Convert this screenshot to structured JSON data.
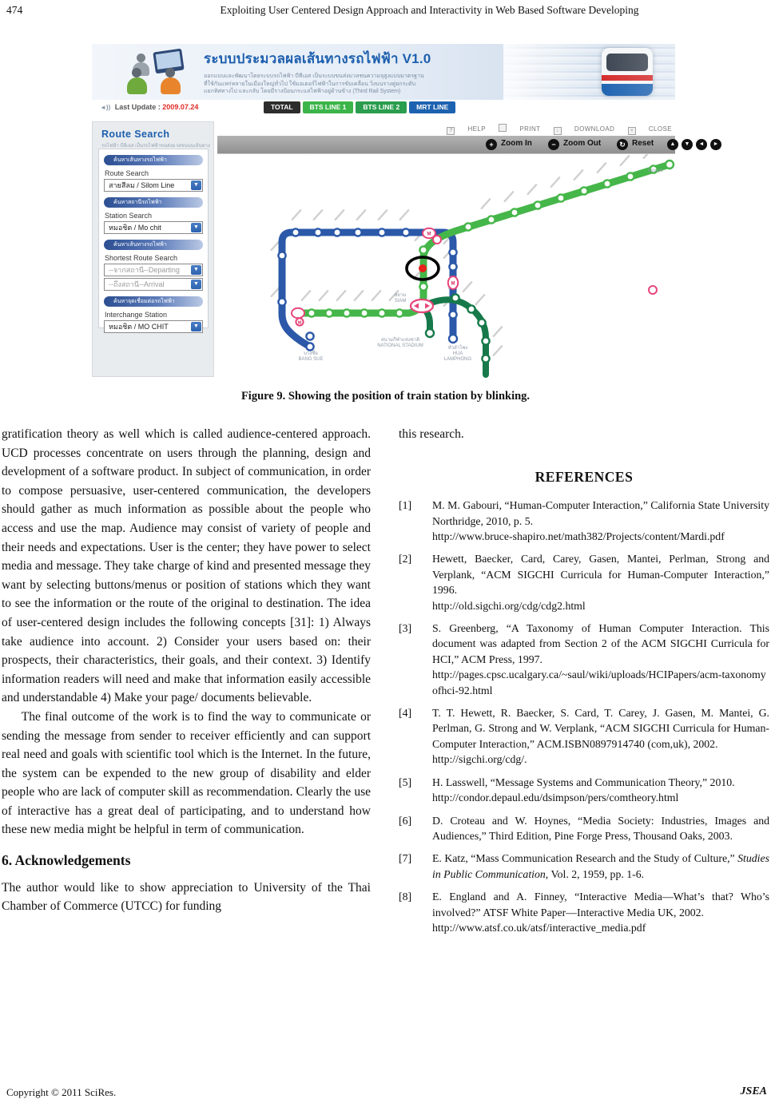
{
  "page": {
    "number": "474",
    "running_title": "Exploiting User Centered Design Approach and Interactivity in Web Based Software Developing",
    "footer_left": "Copyright © 2011 SciRes.",
    "footer_right": "JSEA"
  },
  "figure": {
    "caption": "Figure 9. Showing the position of train station by blinking.",
    "app": {
      "title": "ระบบประมวลผลเส้นทางรถไฟฟ้า V1.0",
      "subtitle_line1": "ออกแบบและพัฒนาโดยระบบรถไฟฟ้า บีทีเอส เป็นระบบขนส่งมวลชนความจุสูงแบบมาตรฐาน",
      "subtitle_line2": "ที่ใช้กันแพร่หลายในเมืองใหญ่ทั่วไป ใช้มอเตอร์ไฟฟ้าในการขับเคลื่อน วิ่งบนรางคู่ยกระดับ",
      "subtitle_line3": "แยกทิศทางไป และกลับ โดยมีรางป้อนกระแสไฟฟ้าอยู่ด้านข้าง (Third Rail System)",
      "last_update_label": "Last Update :",
      "last_update_date": "2009.07.24",
      "tabs": [
        "TOTAL",
        "BTS LINE 1",
        "BTS LINE 2",
        "MRT LINE"
      ],
      "tab_colors": {
        "total": "#2d2d2d",
        "bts_line_1": "#3bb54a",
        "bts_line_2": "#2a9d4e",
        "mrt_line": "#1d62b0"
      },
      "window_tools": {
        "help": "HELP",
        "print": "PRINT",
        "download": "DOWNLOAD",
        "close": "CLOSE",
        "help_icon": "?"
      },
      "map_tools": {
        "zoom_in": "Zoom In",
        "zoom_out": "Zoom Out",
        "reset": "Reset",
        "plus": "+",
        "minus": "−",
        "reset_glyph": "↻",
        "up": "▲",
        "down": "▼",
        "left": "◄",
        "right": "►"
      },
      "sidebar": {
        "title": "Route Search",
        "subtitle": "รถไฟฟ้า บีทีเอส เป็นรถไฟฟ้าขนส่งมวลชนบนเส้นทางยกระดับ",
        "sections": [
          {
            "header": "ค้นหาเส้นทางรถไฟฟ้า",
            "label": "Route Search"
          },
          {
            "header": "ค้นหาสถานีรถไฟฟ้า",
            "label": "Station Search"
          },
          {
            "header": "ค้นหาเส้นทางรถไฟฟ้า",
            "label": "Shortest Route Search"
          },
          {
            "header": "ค้นหาจุดเชื่อมต่อรถไฟฟ้า",
            "label": "Interchange Station"
          }
        ],
        "dropdowns": {
          "route": "สายสีลม / Silom Line",
          "station": "หมอชิต / Mo chit",
          "departing": "--จากสถานี--Departing",
          "arrival": "--ถึงสถานี--Arrival",
          "interchange": "หมอชิต / MO CHIT"
        }
      },
      "map": {
        "line_colors": {
          "mrt_blue": "#2b58a8",
          "bts_light_green": "#45b649",
          "bts_dark_green": "#17794a"
        },
        "highlight_color": "#e8211d",
        "labels": {
          "bang_sue": "บางซื่อ\nBANG SUE",
          "hua_lamphong": "หัวลำโพง\nHUA LAMPHONG",
          "national_stadium": "สนามกีฬาแห่งชาติ\nNATIONAL STADIUM",
          "siam": "สยาม\nSIAM",
          "on_nut": "อ่อนนุช"
        }
      }
    }
  },
  "article": {
    "paragraph1": "gratification theory as well which is called audience-centered approach. UCD processes concentrate on users through the planning, design and development of a software product. In subject of communication, in order to compose persuasive, user-centered communication, the developers should gather as much information as possible about the people who access and use the map. Audience may consist of variety of people and their needs and expectations. User is the center; they have power to select media and message. They take charge of kind and presented message they want by selecting buttons/menus or position of stations which they want to see the information or the route of the original to destination. The idea of user-centered design includes the following concepts [31]: 1) Always take audience into account. 2) Consider your users based on: their prospects, their characteristics, their goals, and their context. 3) Identify information readers will need and make that information easily accessible and understandable 4) Make your page/ documents believable.",
    "paragraph2": "The final outcome of the work is to find the way to communicate or sending the message from sender to receiver efficiently and can support real need and goals with scientific tool which is the Internet. In the future, the system can be expended to the new group of disability and elder people who are lack of computer skill as recommendation. Clearly the use of interactive has a great deal of participating, and to understand how these new media might be helpful in term of communication.",
    "ack_heading": "6. Acknowledgements",
    "ack_text": "The author would like to show appreciation to University of the Thai Chamber of Commerce (UTCC) for funding",
    "right_top": "this research.",
    "references_heading": "REFERENCES",
    "references": [
      {
        "num": "[1]",
        "text": "M. M. Gabouri, “Human-Computer Interaction,” California State University Northridge, 2010, p. 5.",
        "url": "http://www.bruce-shapiro.net/math382/Projects/content/Mardi.pdf"
      },
      {
        "num": "[2]",
        "text": "Hewett, Baecker, Card, Carey, Gasen, Mantei, Perlman, Strong and Verplank, “ACM SIGCHI Curricula for Human-Computer Interaction,” 1996.",
        "url": "http://old.sigchi.org/cdg/cdg2.html"
      },
      {
        "num": "[3]",
        "text": "S. Greenberg, “A Taxonomy of Human Computer Interaction. This document was adapted from Section 2 of the ACM SIGCHI Curricula for HCI,” ACM Press, 1997.",
        "url": "http://pages.cpsc.ucalgary.ca/~saul/wiki/uploads/HCIPapers/acm-taxonomyofhci-92.html"
      },
      {
        "num": "[4]",
        "text": "T. T. Hewett, R. Baecker, S. Card, T. Carey, J. Gasen, M. Mantei, G. Perlman, G. Strong and W. Verplank, “ACM SIGCHI Curricula for Human-Computer Interaction,” ACM.ISBN0897914740 (com,uk), 2002.",
        "url": "http://sigchi.org/cdg/."
      },
      {
        "num": "[5]",
        "text": "H. Lasswell, “Message Systems and Communication Theory,” 2010.",
        "url": "http://condor.depaul.edu/dsimpson/pers/comtheory.html"
      },
      {
        "num": "[6]",
        "text": "D. Croteau and W. Hoynes, “Media Society: Industries, Images and Audiences,” Third Edition, Pine Forge Press, Thousand Oaks, 2003."
      },
      {
        "num": "[7]",
        "text_before": "E. Katz, “Mass Communication Research and the Study of Culture,” ",
        "italic": "Studies in Public Communication",
        "text_after": ", Vol. 2, 1959, pp. 1-6."
      },
      {
        "num": "[8]",
        "text": "E. England and A. Finney, “Interactive Media—What’s that? Who’s involved?” ATSF White Paper—Interactive Media UK, 2002.",
        "url": "http://www.atsf.co.uk/atsf/interactive_media.pdf"
      }
    ]
  }
}
